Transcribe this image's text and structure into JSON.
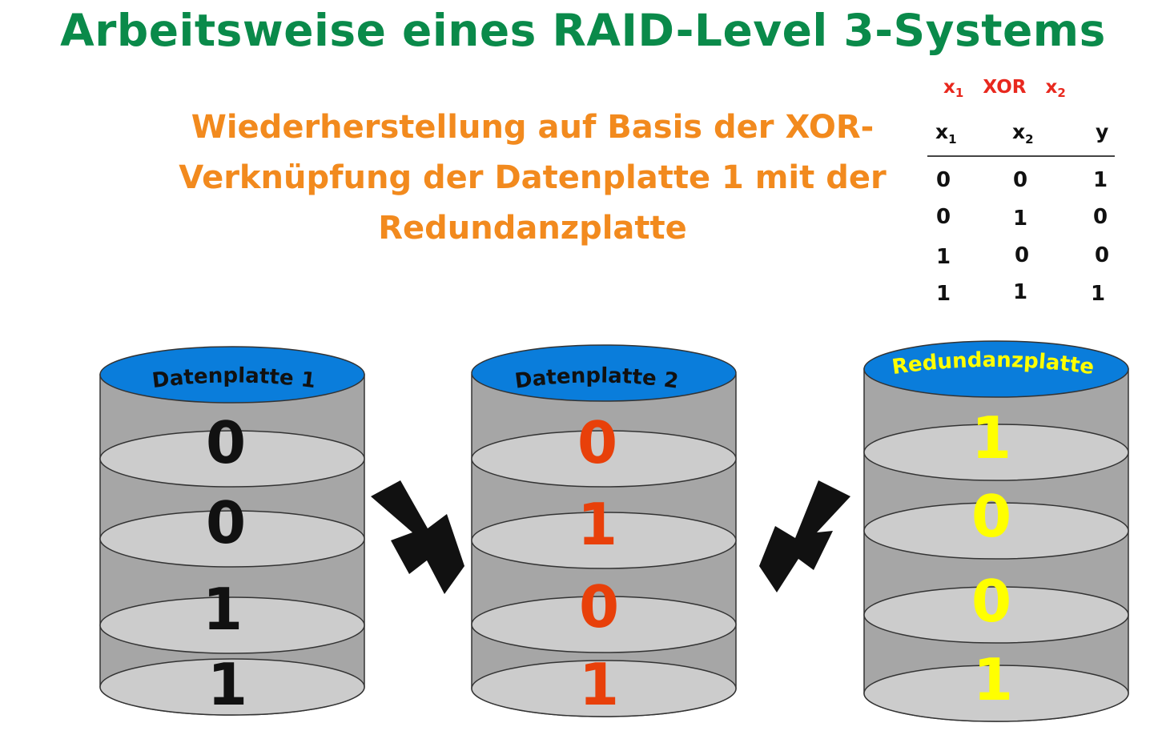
{
  "title": "Arbeitsweise eines RAID-Level 3-Systems",
  "subtitle_lines": [
    "Wiederherstellung auf Basis der XOR-",
    "Verknüpfung der Datenplatte 1 mit der",
    "Redundanzplatte"
  ],
  "xor_table": {
    "heading": {
      "x": "x",
      "sub1": "1",
      "op": "XOR",
      "sub2": "2"
    },
    "columns": [
      {
        "name": "x",
        "sub": "1"
      },
      {
        "name": "x",
        "sub": "2"
      },
      {
        "name": "y",
        "sub": ""
      }
    ],
    "rows": [
      [
        "0",
        "0",
        "1"
      ],
      [
        "0",
        "1",
        "0"
      ],
      [
        "1",
        "0",
        "0"
      ],
      [
        "1",
        "1",
        "1"
      ]
    ]
  },
  "disks": [
    {
      "label": "Datenplatte 1",
      "bits": [
        "0",
        "0",
        "1",
        "1"
      ],
      "label_color": "#111111",
      "bit_color": "#111111",
      "cap_color": "#0a7ddb"
    },
    {
      "label": "Datenplatte 2",
      "bits": [
        "0",
        "1",
        "0",
        "1"
      ],
      "label_color": "#111111",
      "bit_color": "#e8400a",
      "cap_color": "#0a7ddb"
    },
    {
      "label": "Redundanzplatte",
      "bits": [
        "1",
        "0",
        "0",
        "1"
      ],
      "label_color": "#ffff00",
      "bit_color": "#ffff00",
      "cap_color": "#0a7ddb"
    }
  ],
  "colors": {
    "title": "#0a8a4a",
    "subtitle": "#f28a1e",
    "xor_heading": "#e8281e",
    "disk_body": "#a6a6a6",
    "disk_platter": "#cccccc"
  },
  "arrows": [
    {
      "name": "arrow-disk1-to-disk2",
      "direction": "down-right"
    },
    {
      "name": "arrow-redundancy-to-disk2",
      "direction": "down-left"
    }
  ]
}
